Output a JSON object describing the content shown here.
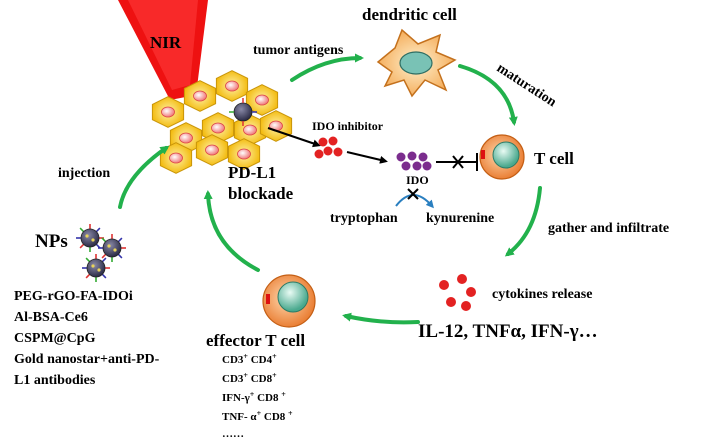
{
  "labels": {
    "nir": "NIR",
    "tumor_antigens": "tumor antigens",
    "dendritic_cell": "dendritic cell",
    "maturation": "maturation",
    "ido_inhibitor": "IDO inhibitor",
    "t_cell": "T cell",
    "pd_l1": "PD-L1",
    "blockade": "blockade",
    "ido": "IDO",
    "tryptophan": "tryptophan",
    "kynurenine": "kynurenine",
    "gather_infiltrate": "gather and infiltrate",
    "injection": "injection",
    "nps": "NPs",
    "cytokines_release": "cytokines release",
    "cytokines_list": "IL-12, TNFα, IFN-γ…",
    "effector_t_cell": "effector T cell"
  },
  "nanoparticle_list": [
    "PEG-rGO-FA-IDOi",
    "Al-BSA-Ce6",
    "CSPM@CpG",
    "Gold nanostar+anti-PD-",
    "L1 antibodies"
  ],
  "markers": [
    {
      "base": "CD3",
      "sup": "+",
      "base2": " CD4",
      "sup2": "+"
    },
    {
      "base": "CD3",
      "sup": "+",
      "base2": " CD8",
      "sup2": "+"
    },
    {
      "base": "IFN-γ",
      "sup": "+",
      "base2": " CD8 ",
      "sup2": "+"
    },
    {
      "base": "TNF- α",
      "sup": "+",
      "base2": " CD8 ",
      "sup2": "+"
    }
  ],
  "markers_more": "……",
  "colors": {
    "arrow_green": "#22b14c",
    "nir_red": "#ee1111",
    "tumor_yellow": "#f5c518",
    "ido_purple": "#7b2d8e",
    "dot_red": "#e32222",
    "dendritic_orange": "#f5a04a"
  }
}
